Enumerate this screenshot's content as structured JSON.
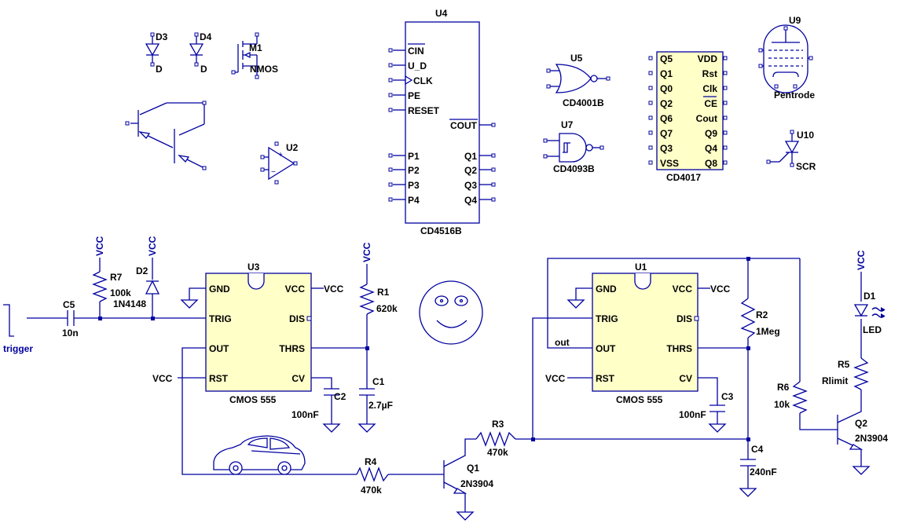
{
  "chart_data": null,
  "colors": {
    "wire": "#0000a0",
    "ic_fill": "#ffffc8",
    "label": "#000000",
    "net_label": "#0000a0"
  },
  "symbols": {
    "d3": {
      "ref": "D3",
      "value": "D"
    },
    "d4": {
      "ref": "D4",
      "value": "D"
    },
    "m1": {
      "ref": "M1",
      "value": "NMOS"
    },
    "u2": {
      "ref": "U2"
    },
    "u4": {
      "ref": "U4",
      "part": "CD4516B",
      "left_pins": [
        "CIN",
        "U_D",
        "CLK",
        "PE",
        "RESET",
        "P1",
        "P2",
        "P3",
        "P4"
      ],
      "right_pins": [
        "COUT",
        "Q1",
        "Q2",
        "Q3",
        "Q4"
      ]
    },
    "u5": {
      "ref": "U5",
      "part": "CD4001B"
    },
    "u7": {
      "ref": "U7",
      "part": "CD4093B"
    },
    "cd4017": {
      "part": "CD4017",
      "left_pins": [
        "Q5",
        "Q1",
        "Q0",
        "Q2",
        "Q6",
        "Q7",
        "Q3",
        "VSS"
      ],
      "right_pins": [
        "VDD",
        "Rst",
        "Clk",
        "CE",
        "Cout",
        "Q9",
        "Q4",
        "Q8"
      ]
    },
    "u9": {
      "ref": "U9",
      "part": "Pentrode"
    },
    "u10": {
      "ref": "U10",
      "part": "SCR"
    }
  },
  "circuit1": {
    "trigger": "trigger",
    "c5": {
      "ref": "C5",
      "value": "10n"
    },
    "r7": {
      "ref": "R7",
      "value": "100k"
    },
    "d2": {
      "ref": "D2",
      "value": "1N4148"
    },
    "vcc_r7": "VCC",
    "vcc_d2": "VCC",
    "vcc_r1": "VCC",
    "vcc_rst": "VCC",
    "u3": {
      "ref": "U3",
      "part": "CMOS 555",
      "left_pins": [
        "GND",
        "TRIG",
        "OUT",
        "RST"
      ],
      "right_pins": [
        "VCC",
        "DIS",
        "THRS",
        "CV"
      ],
      "vcc_net": "VCC"
    },
    "r1": {
      "ref": "R1",
      "value": "620k"
    },
    "c1": {
      "ref": "C1",
      "value": "2.7µF"
    },
    "c2": {
      "ref": "C2",
      "value": "100nF"
    },
    "r4": {
      "ref": "R4",
      "value": "470k"
    },
    "q1": {
      "ref": "Q1",
      "value": "2N3904"
    },
    "r3": {
      "ref": "R3",
      "value": "470k"
    }
  },
  "circuit2": {
    "u1": {
      "ref": "U1",
      "part": "CMOS 555",
      "left_pins": [
        "GND",
        "TRIG",
        "OUT",
        "RST"
      ],
      "right_pins": [
        "VCC",
        "DIS",
        "THRS",
        "CV"
      ],
      "vcc_net": "VCC"
    },
    "out_net": "out",
    "vcc_rst": "VCC",
    "r2": {
      "ref": "R2",
      "value": "1Meg"
    },
    "c3": {
      "ref": "C3",
      "value": "100nF"
    },
    "c4": {
      "ref": "C4",
      "value": "240nF"
    },
    "r6": {
      "ref": "R6",
      "value": "10k"
    },
    "q2": {
      "ref": "Q2",
      "value": "2N3904"
    },
    "r5": {
      "ref": "R5",
      "value": "Rlimit"
    },
    "d1": {
      "ref": "D1",
      "value": "LED"
    },
    "vcc_led": "VCC"
  },
  "icons": [
    "smiley-face-icon",
    "car-icon"
  ]
}
